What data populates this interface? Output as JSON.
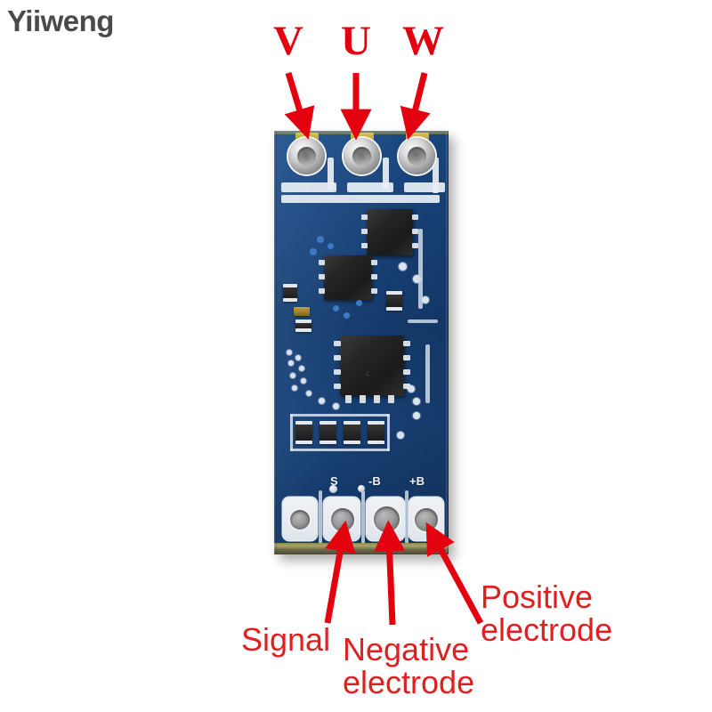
{
  "watermark": {
    "text": "Yiiweng"
  },
  "image": {
    "subject": "BLDC motor driver PCB module",
    "background_color": "#ffffff"
  },
  "annotations": {
    "accent_color_serif": "#e3000f",
    "accent_color_sans": "#e02020",
    "top_labels": [
      {
        "id": "phase-v",
        "text": "V"
      },
      {
        "id": "phase-u",
        "text": "U"
      },
      {
        "id": "phase-w",
        "text": "W"
      }
    ],
    "bottom_labels": [
      {
        "id": "signal",
        "text": "Signal"
      },
      {
        "id": "negative-electrode",
        "text": "Negative\nelectrode"
      },
      {
        "id": "positive-electrode",
        "text": "Positive\nelectrode"
      }
    ]
  },
  "board": {
    "solder_mask_color": "#17427a",
    "silkscreen_color": "#e8eef5",
    "edge_color": "#8f8b54",
    "top_holes": [
      {
        "id": "hole-v"
      },
      {
        "id": "hole-u"
      },
      {
        "id": "hole-w"
      }
    ],
    "bottom_pads": [
      {
        "id": "pad-unused",
        "silk": ""
      },
      {
        "id": "pad-signal",
        "silk": "S"
      },
      {
        "id": "pad-negative",
        "silk": "-B"
      },
      {
        "id": "pad-positive",
        "silk": "+B"
      }
    ],
    "chips": [
      {
        "id": "chip-upper-right",
        "marking": ""
      },
      {
        "id": "chip-middle-left",
        "marking": ""
      },
      {
        "id": "chip-main",
        "marking": ""
      }
    ],
    "passive_array_count": 4
  }
}
